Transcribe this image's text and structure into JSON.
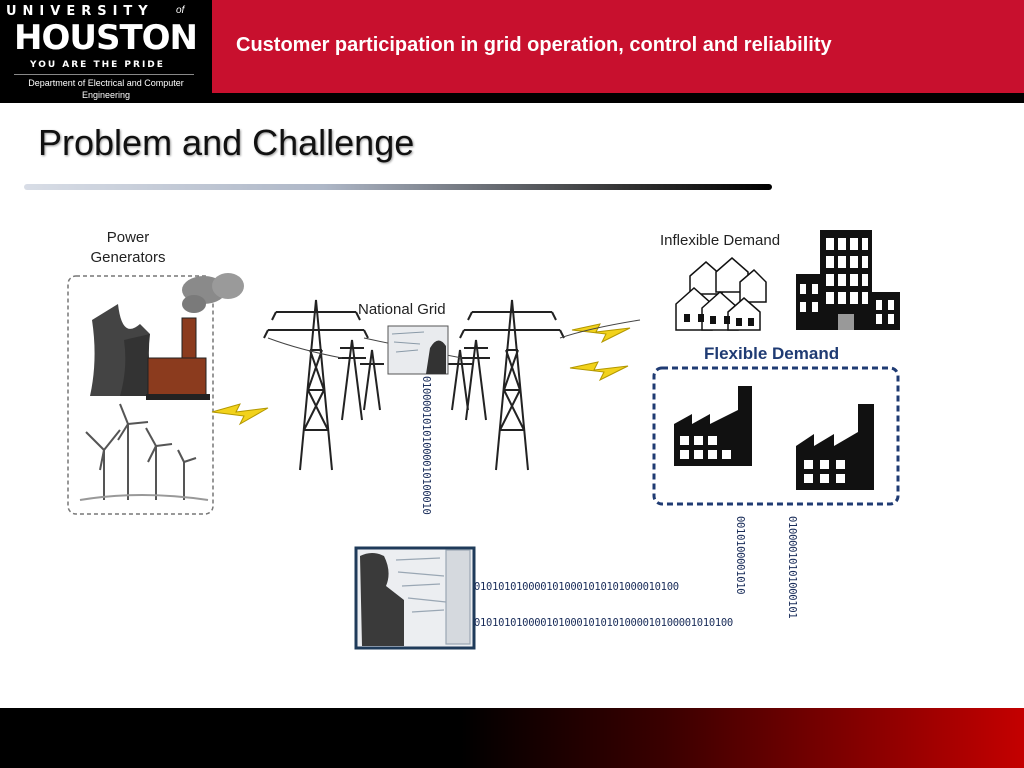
{
  "header": {
    "university": "UNIVERSITY",
    "of": "of",
    "houston": "HOUSTON",
    "tagline": "YOU ARE THE PRIDE",
    "department": "Department of Electrical and Computer Engineering",
    "title": "Customer participation in grid operation, control and reliability"
  },
  "slide": {
    "title": "Problem and Challenge"
  },
  "diagram": {
    "labels": {
      "power_generators": "Power Generators",
      "national_grid": "National Grid",
      "inflexible_demand": "Inflexible Demand",
      "flexible_demand": "Flexible Demand"
    },
    "binary": {
      "horizontal_1": "0101010100001010001010101000010100",
      "horizontal_2": "0101010100001010001010101000010100001010100",
      "vertical_grid": "01000010101000010100010",
      "vertical_factory_1": "0010100001010",
      "vertical_factory_2": "01000010101000101"
    },
    "colors": {
      "lightning": "#f2d21b",
      "flexible_border": "#1f3b73",
      "brand_red": "#c8102e"
    }
  }
}
